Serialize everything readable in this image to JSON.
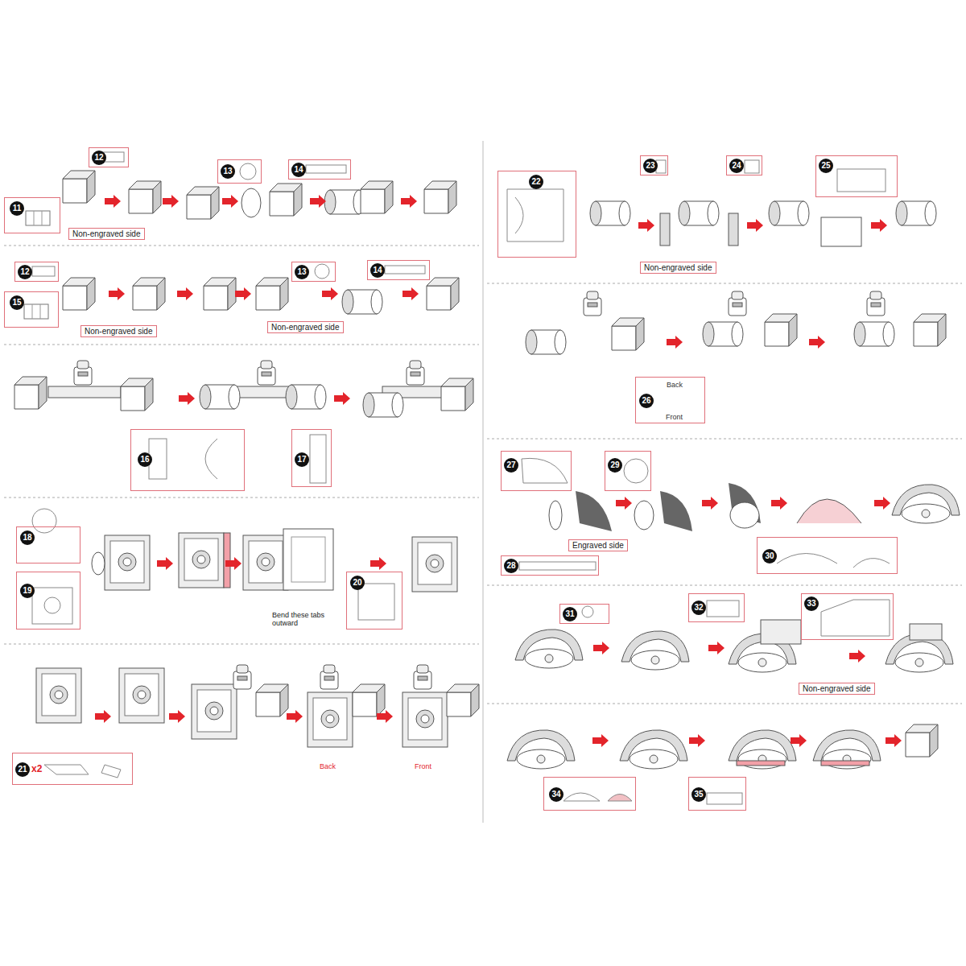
{
  "diagram": {
    "nodes": [
      {
        "text": [
          "11"
        ]
      },
      {
        "text": [
          "12"
        ]
      },
      {
        "text": [
          "Non-engraved side"
        ]
      },
      {
        "text": [
          "13"
        ]
      },
      {
        "text": [
          "14"
        ]
      },
      {
        "text": [
          "12"
        ]
      },
      {
        "text": [
          "15"
        ]
      },
      {
        "text": [
          "Non-engraved side"
        ]
      },
      {
        "text": [
          "13"
        ]
      },
      {
        "text": [
          "Non-engraved side"
        ]
      },
      {
        "text": [
          "14"
        ]
      },
      {
        "text": [
          "16"
        ]
      },
      {
        "text": [
          "17"
        ]
      },
      {
        "text": [
          "18"
        ]
      },
      {
        "text": [
          "19"
        ]
      },
      {
        "text": [
          "20"
        ]
      },
      {
        "text": [
          "21",
          "x2"
        ]
      },
      {
        "text": [
          "22"
        ]
      },
      {
        "text": [
          "23"
        ]
      },
      {
        "text": [
          "24"
        ]
      },
      {
        "text": [
          "25"
        ]
      },
      {
        "text": [
          "Non-engraved side"
        ]
      },
      {
        "text": [
          "26",
          "Back",
          "Front"
        ]
      },
      {
        "text": [
          "27"
        ]
      },
      {
        "text": [
          "29"
        ]
      },
      {
        "text": [
          "Engraved side"
        ]
      },
      {
        "text": [
          "28"
        ]
      },
      {
        "text": [
          "30"
        ]
      },
      {
        "text": [
          "31"
        ]
      },
      {
        "text": [
          "32"
        ]
      },
      {
        "text": [
          "33"
        ]
      },
      {
        "text": [
          "Non-engraved side"
        ]
      },
      {
        "text": [
          "34"
        ]
      },
      {
        "text": [
          "35"
        ]
      }
    ],
    "labels": [
      "Bend these tabs outward",
      "Back",
      "Front"
    ]
  }
}
